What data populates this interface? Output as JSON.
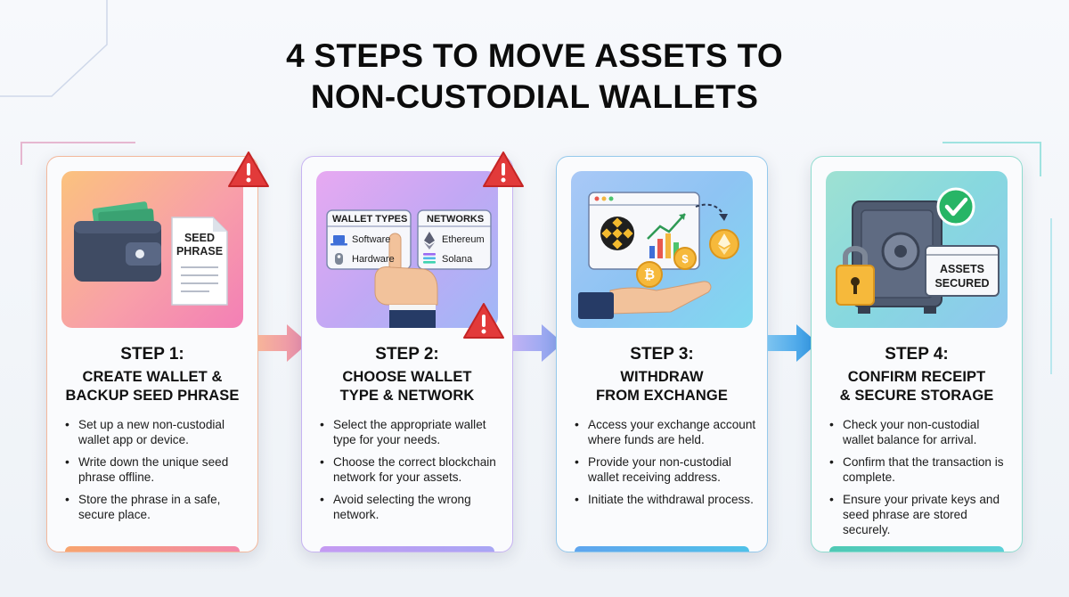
{
  "title": {
    "line1": "4 STEPS TO MOVE ASSETS TO",
    "line2": "NON-CUSTODIAL WALLETS"
  },
  "colors": {
    "step1": "#f39a76",
    "step2": "#b79cf0",
    "step3": "#7fbfe9",
    "step4": "#6fd4c4",
    "warning": "#e23a3a",
    "success": "#27b566",
    "text": "#111111"
  },
  "steps": [
    {
      "label": "STEP 1:",
      "heading": [
        "CREATE WALLET &",
        "BACKUP SEED PHRASE"
      ],
      "bullets": [
        "Set up a new non-custodial wallet app or device.",
        "Write down the unique seed phrase offline.",
        "Store the phrase in a safe, secure place."
      ],
      "illustration": {
        "icons": [
          "wallet-icon",
          "cash-icon",
          "seed-phrase-document-icon",
          "warning-icon"
        ],
        "doc_line1": "SEED",
        "doc_line2": "PHRASE"
      }
    },
    {
      "label": "STEP 2:",
      "heading": [
        "CHOOSE WALLET",
        "TYPE & NETWORK"
      ],
      "bullets": [
        "Select the appropriate wallet type for your needs.",
        "Choose the correct blockchain network for your assets.",
        "Avoid selecting the wrong network."
      ],
      "illustration": {
        "icons": [
          "laptop-icon",
          "hardware-key-icon",
          "ethereum-icon",
          "solana-icon",
          "pointing-hand-icon",
          "warning-icon"
        ],
        "panel1_title": "WALLET TYPES",
        "panel1_items": [
          "Software",
          "Hardware"
        ],
        "panel2_title": "NETWORKS",
        "panel2_items": [
          "Ethereum",
          "Solana"
        ]
      }
    },
    {
      "label": "STEP 3:",
      "heading": [
        "WITHDRAW",
        "FROM EXCHANGE"
      ],
      "bullets": [
        "Access your exchange account where funds are held.",
        "Provide your non-custodial wallet receiving address.",
        "Initiate the withdrawal process."
      ],
      "illustration": {
        "icons": [
          "browser-window-icon",
          "binance-logo-icon",
          "bar-chart-icon",
          "dollar-coin-icon",
          "ethereum-coin-icon",
          "bitcoin-coin-icon",
          "open-hand-icon"
        ]
      }
    },
    {
      "label": "STEP 4:",
      "heading": [
        "CONFIRM RECEIPT",
        "& SECURE STORAGE"
      ],
      "bullets": [
        "Check your non-custodial wallet balance for arrival.",
        "Confirm that the transaction is complete.",
        "Ensure your private keys and seed phrase are stored securely."
      ],
      "illustration": {
        "icons": [
          "safe-vault-icon",
          "padlock-icon",
          "check-mark-icon"
        ],
        "badge_line1": "ASSETS",
        "badge_line2": "SECURED"
      }
    }
  ]
}
